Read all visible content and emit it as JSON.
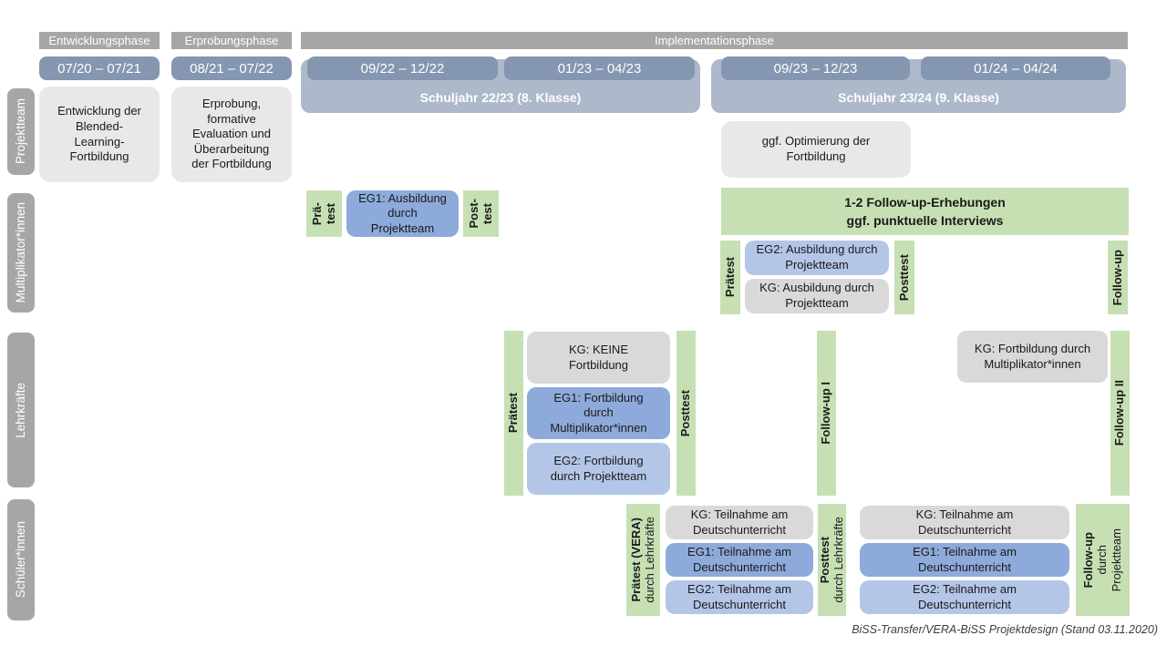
{
  "header": {
    "phases": [
      "Entwicklungsphase",
      "Erprobungsphase",
      "Implementationsphase"
    ],
    "periods": [
      "07/20 – 07/21",
      "08/21 – 07/22",
      "09/22 – 12/22",
      "01/23 – 04/23",
      "09/23 – 12/23",
      "01/24 – 04/24"
    ],
    "school_years": [
      "Schuljahr 22/23 (8. Klasse)",
      "Schuljahr 23/24 (9. Klasse)"
    ]
  },
  "row_labels": [
    "Projektteam",
    "Multiplikator*innen",
    "Lehrkräfte",
    "Schüler*innen"
  ],
  "projektteam": {
    "entwicklung": "Entwicklung der\nBlended-\nLearning-\nFortbildung",
    "erprobung": "Erprobung,\nformative\nEvaluation und\nÜberarbeitung\nder Fortbildung",
    "optimierung": "ggf. Optimierung der\nFortbildung"
  },
  "multiplikatoren": {
    "praetest1": {
      "l1": "Prä-",
      "l2": "test"
    },
    "eg1": "EG1: Ausbildung\ndurch\nProjektteam",
    "posttest1": {
      "l1": "Post-",
      "l2": "test"
    },
    "followup_box": "1-2 Follow-up-Erhebungen\nggf. punktuelle Interviews",
    "praetest2": "Prätest",
    "eg2": "EG2: Ausbildung durch\nProjektteam",
    "kg": "KG: Ausbildung durch\nProjektteam",
    "posttest2": "Posttest",
    "followup": "Follow-up"
  },
  "lehrkraefte": {
    "praetest": "Prätest",
    "kg": "KG: KEINE\nFortbildung",
    "eg1": "EG1: Fortbildung\ndurch\nMultiplikator*innen",
    "eg2": "EG2: Fortbildung\ndurch Projektteam",
    "posttest": "Posttest",
    "followup1": "Follow-up I",
    "kg2": "KG: Fortbildung durch\nMultiplikator*innen",
    "followup2": "Follow-up II"
  },
  "schueler": {
    "praetest": {
      "main": "Prätest (VERA)",
      "sub": "durch Lehrkräfte"
    },
    "kg": "KG: Teilnahme am\nDeutschunterricht",
    "eg1": "EG1: Teilnahme am\nDeutschunterricht",
    "eg2": "EG2: Teilnahme am\nDeutschunterricht",
    "posttest": {
      "main": "Posttest",
      "sub": "durch Lehrkräfte"
    },
    "kg2": "KG: Teilnahme am\nDeutschunterricht",
    "eg1b": "EG1: Teilnahme am\nDeutschunterricht",
    "eg2b": "EG2: Teilnahme am\nDeutschunterricht",
    "followup": {
      "main": "Follow-up",
      "sub1": "durch",
      "sub2": "Projektteam"
    }
  },
  "caption": "BiSS-Transfer/VERA-BiSS Projektdesign (Stand 03.11.2020)",
  "colors": {
    "phase_bar": "#a6a6a6",
    "period_bar": "#8496b0",
    "school_year_bar": "#adb9ca",
    "green": "#c6e0b4",
    "blue_eg1": "#8eaadb",
    "blue_eg2": "#b4c6e7",
    "gray_kg": "#d9d9d9",
    "gray_light": "#e9e8e8"
  }
}
